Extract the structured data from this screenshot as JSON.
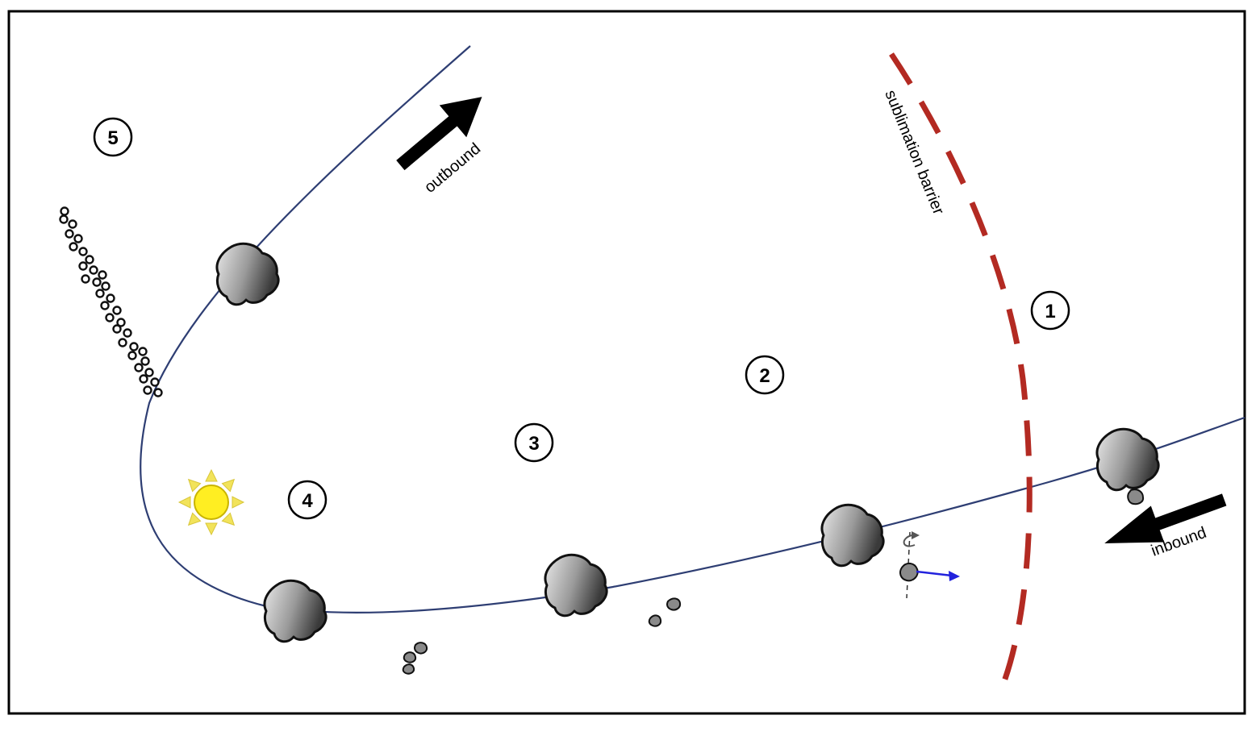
{
  "labels": {
    "outbound": "outbound",
    "inbound": "inbound",
    "barrier": "sublimation barrier"
  },
  "markers": [
    "1",
    "2",
    "3",
    "4",
    "5"
  ],
  "colors": {
    "orbit": "#2e3e73",
    "barrier": "#b32a22",
    "sun_fill": "#ffee22",
    "sun_rays": "#f2e35a",
    "rotation_axis_arrow": "#2222dd"
  },
  "icons": [
    "sun-icon",
    "rotation-arrow-icon"
  ]
}
